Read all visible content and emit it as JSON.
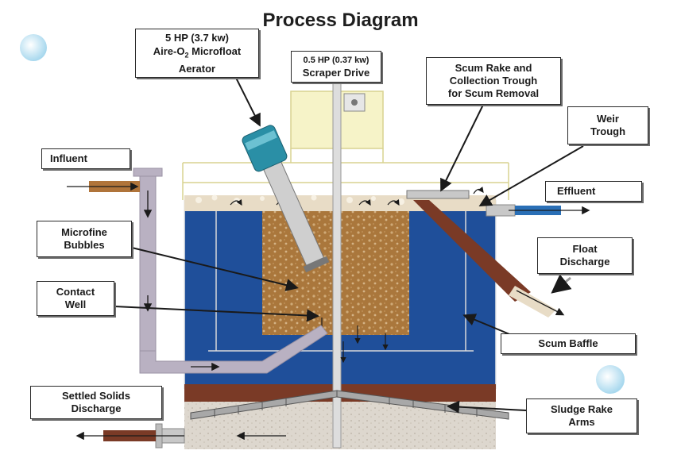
{
  "title": "Process Diagram",
  "labels": {
    "aerator": {
      "line1": "5 HP (3.7 kw)",
      "line2_pre": "Aire-O",
      "line2_sub": "2",
      "line2_post": " Microfloat",
      "line3": "Aerator"
    },
    "scraper_drive": {
      "line1": "0.5 HP (0.37 kw)",
      "line2": "Scraper Drive"
    },
    "scum_rake": "Scum Rake and\nCollection Trough\nfor Scum Removal",
    "weir_trough": "Weir\nTrough",
    "influent": "Influent",
    "effluent": "Effluent",
    "microfine_bubbles": "Microfine\nBubbles",
    "float_discharge": "Float\nDischarge",
    "contact_well": "Contact\nWell",
    "scum_baffle": "Scum Baffle",
    "settled_solids": "Settled Solids\nDischarge",
    "sludge_rake": "Sludge Rake\nArms"
  },
  "colors": {
    "tank_water": "#1f4f9a",
    "contact_well": "#b07c3e",
    "float_foam": "#e8dcc6",
    "sludge": "#7a3a26",
    "pipe": "#b9b1c2",
    "frame": "#f2eeb0",
    "decor_bubble": "#bfe3f3"
  }
}
